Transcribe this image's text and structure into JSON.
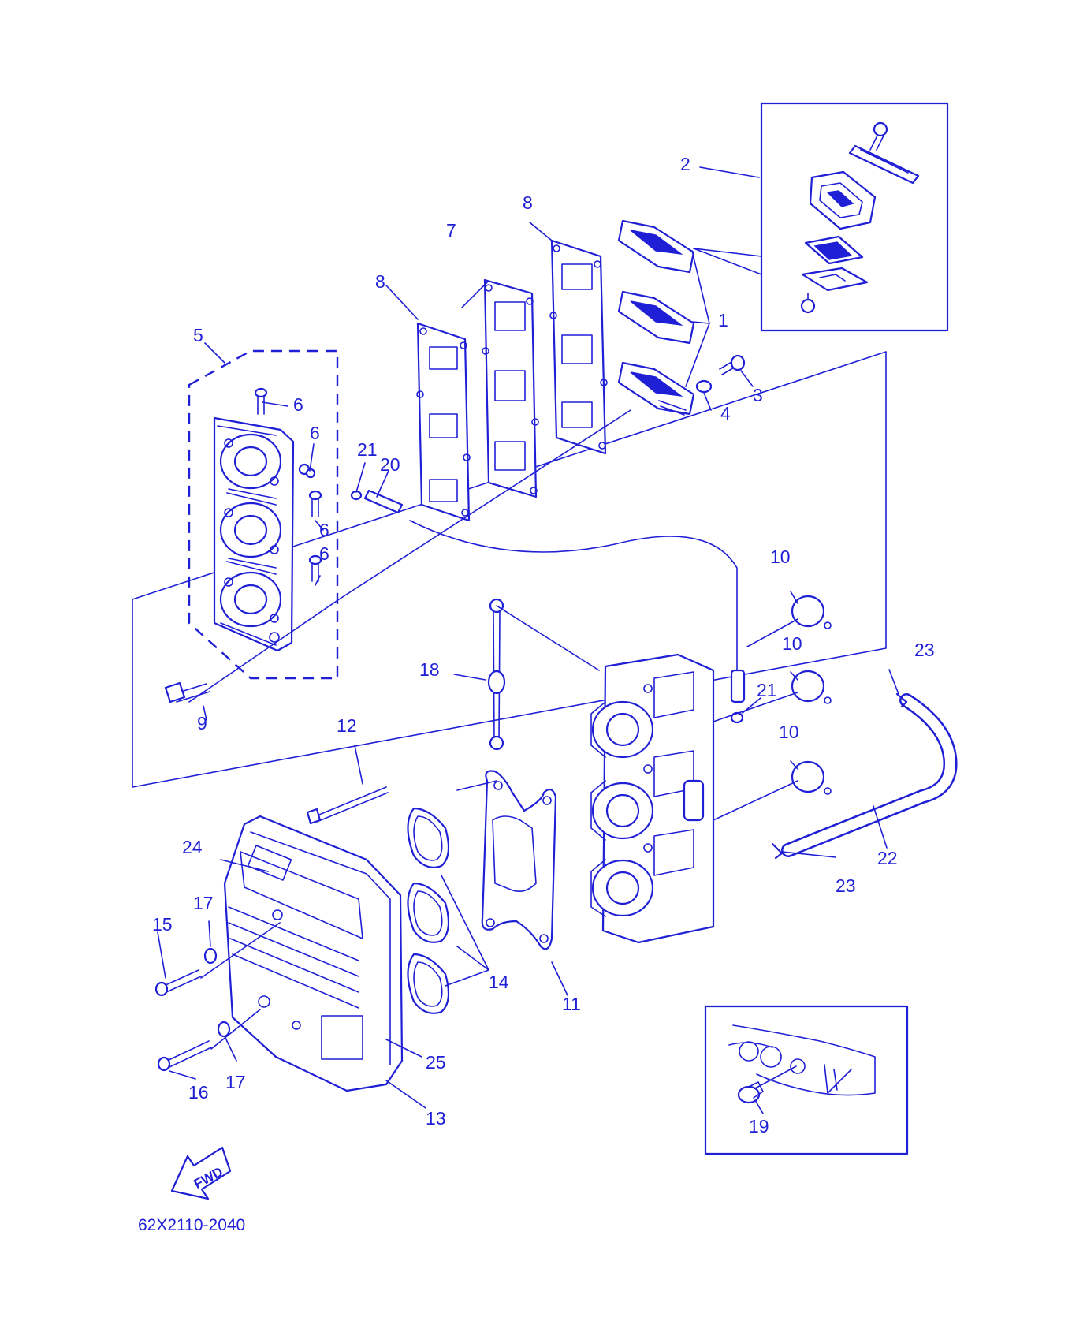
{
  "ink_color": "#1f1fd6",
  "background": "#ffffff",
  "diagram_code": "62X2110-2040",
  "fwd_label": "FWD",
  "callouts": [
    {
      "id": "c1",
      "text": "1"
    },
    {
      "id": "c2",
      "text": "2"
    },
    {
      "id": "c3",
      "text": "3"
    },
    {
      "id": "c4",
      "text": "4"
    },
    {
      "id": "c5",
      "text": "5"
    },
    {
      "id": "c6a",
      "text": "6"
    },
    {
      "id": "c6b",
      "text": "6"
    },
    {
      "id": "c6c",
      "text": "6"
    },
    {
      "id": "c6d",
      "text": "6"
    },
    {
      "id": "c7",
      "text": "7"
    },
    {
      "id": "c8a",
      "text": "8"
    },
    {
      "id": "c8b",
      "text": "8"
    },
    {
      "id": "c9",
      "text": "9"
    },
    {
      "id": "c10a",
      "text": "10"
    },
    {
      "id": "c10b",
      "text": "10"
    },
    {
      "id": "c10c",
      "text": "10"
    },
    {
      "id": "c11",
      "text": "11"
    },
    {
      "id": "c12",
      "text": "12"
    },
    {
      "id": "c13",
      "text": "13"
    },
    {
      "id": "c14",
      "text": "14"
    },
    {
      "id": "c15",
      "text": "15"
    },
    {
      "id": "c16",
      "text": "16"
    },
    {
      "id": "c17a",
      "text": "17"
    },
    {
      "id": "c17b",
      "text": "17"
    },
    {
      "id": "c18",
      "text": "18"
    },
    {
      "id": "c19",
      "text": "19"
    },
    {
      "id": "c20",
      "text": "20"
    },
    {
      "id": "c21a",
      "text": "21"
    },
    {
      "id": "c21b",
      "text": "21"
    },
    {
      "id": "c22",
      "text": "22"
    },
    {
      "id": "c23a",
      "text": "23"
    },
    {
      "id": "c23b",
      "text": "23"
    },
    {
      "id": "c24",
      "text": "24"
    },
    {
      "id": "c25",
      "text": "25"
    }
  ]
}
